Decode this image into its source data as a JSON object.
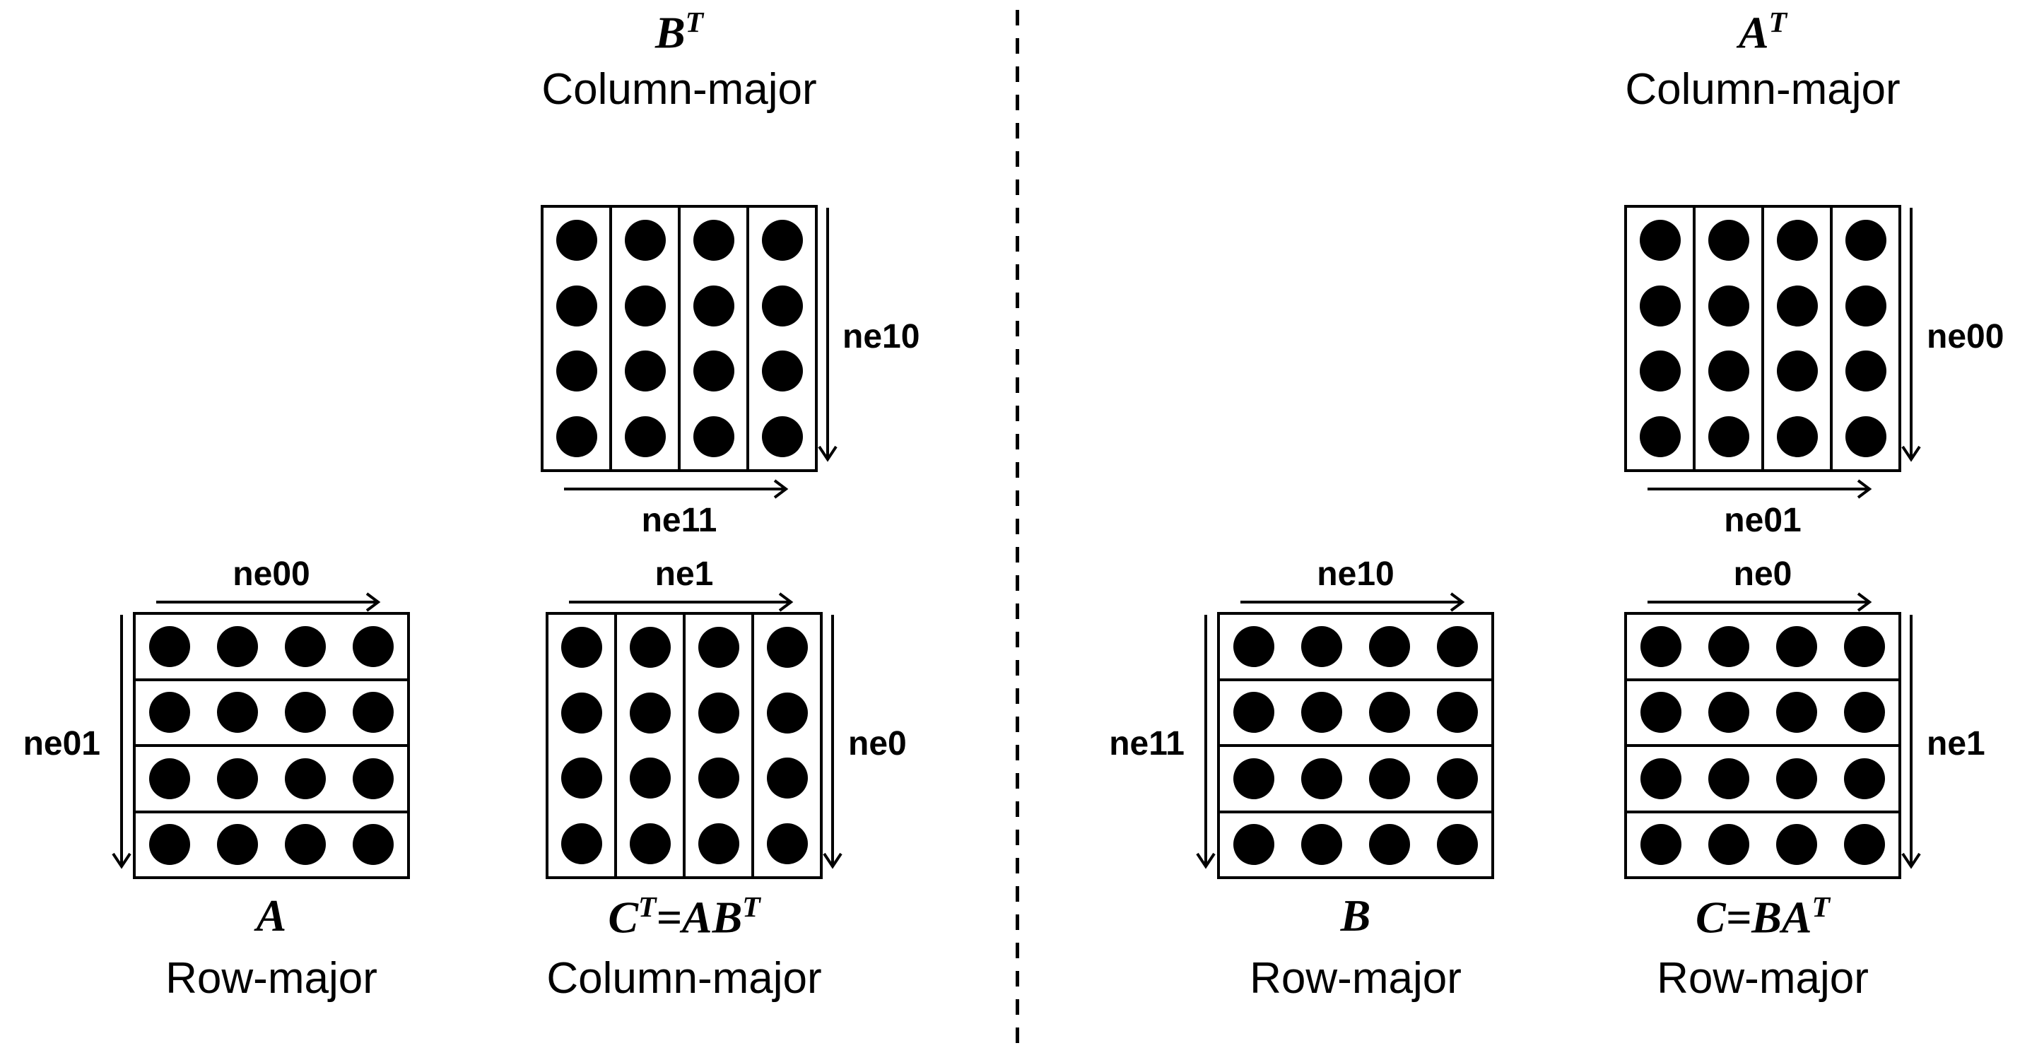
{
  "colors": {
    "ink": "#000000",
    "background": "#ffffff"
  },
  "figures": {
    "bt": {
      "name": "B^T",
      "layout_label": "Column-major",
      "memory_layout": "column-major",
      "grid": {
        "strips": 4,
        "dots_per_strip": 4
      },
      "arrows": {
        "right": "ne10",
        "bottom": "ne11"
      }
    },
    "a": {
      "name": "A",
      "layout_label": "Row-major",
      "memory_layout": "row-major",
      "grid": {
        "strips": 4,
        "dots_per_strip": 4
      },
      "arrows": {
        "top": "ne00",
        "left": "ne01"
      }
    },
    "ct": {
      "name": "C^T=AB^T",
      "layout_label": "Column-major",
      "memory_layout": "column-major",
      "grid": {
        "strips": 4,
        "dots_per_strip": 4
      },
      "arrows": {
        "top": "ne1",
        "right": "ne0"
      }
    },
    "at": {
      "name": "A^T",
      "layout_label": "Column-major",
      "memory_layout": "column-major",
      "grid": {
        "strips": 4,
        "dots_per_strip": 4
      },
      "arrows": {
        "right": "ne00",
        "bottom": "ne01"
      }
    },
    "b": {
      "name": "B",
      "layout_label": "Row-major",
      "memory_layout": "row-major",
      "grid": {
        "strips": 4,
        "dots_per_strip": 4
      },
      "arrows": {
        "top": "ne10",
        "left": "ne11"
      }
    },
    "c": {
      "name": "C=BA^T",
      "layout_label": "Row-major",
      "memory_layout": "row-major",
      "grid": {
        "strips": 4,
        "dots_per_strip": 4
      },
      "arrows": {
        "top": "ne0",
        "right": "ne1"
      }
    }
  }
}
